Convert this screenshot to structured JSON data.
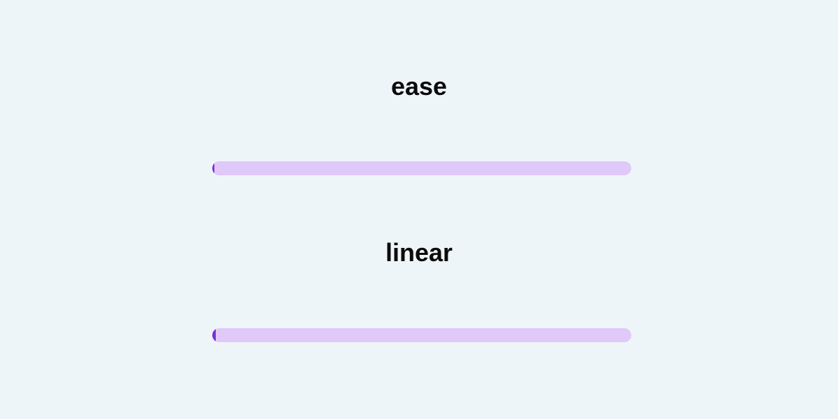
{
  "colors": {
    "background": "#eef5f8",
    "track": "#e0c8f8",
    "fill": "#7b2fd6",
    "text": "#0b0b0b"
  },
  "bars": [
    {
      "label": "ease",
      "progress": 0.005
    },
    {
      "label": "linear",
      "progress": 0.009
    }
  ]
}
